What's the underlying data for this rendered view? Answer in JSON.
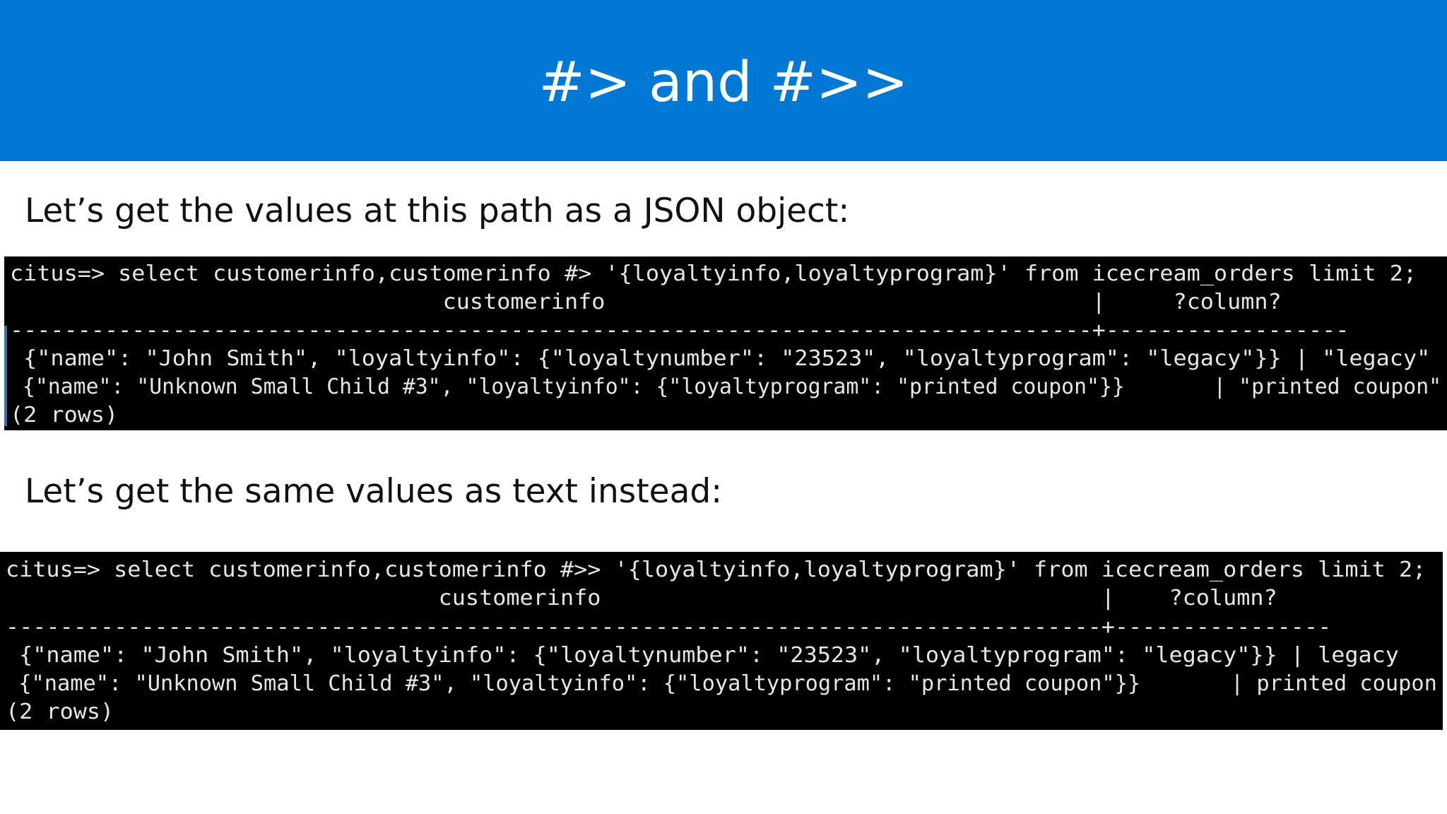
{
  "slide": {
    "title": "#> and #>>",
    "subheading_json": "Let’s get the values at this path as a JSON object:",
    "subheading_text": "Let’s get the same values as text instead:"
  },
  "terminal_json": {
    "lines": [
      "citus=> select customerinfo,customerinfo #> '{loyaltyinfo,loyaltyprogram}' from icecream_orders limit 2;",
      "                                customerinfo                                    |     ?column?",
      "--------------------------------------------------------------------------------+------------------",
      " {\"name\": \"John Smith\", \"loyaltyinfo\": {\"loyaltynumber\": \"23523\", \"loyaltyprogram\": \"legacy\"}} | \"legacy\"",
      " {\"name\": \"Unknown Small Child #3\", \"loyaltyinfo\": {\"loyaltyprogram\": \"printed coupon\"}}       | \"printed coupon\"",
      "(2 rows)"
    ]
  },
  "terminal_text": {
    "lines": [
      "citus=> select customerinfo,customerinfo #>> '{loyaltyinfo,loyaltyprogram}' from icecream_orders limit 2;",
      "                                customerinfo                                     |    ?column?",
      "---------------------------------------------------------------------------------+----------------",
      " {\"name\": \"John Smith\", \"loyaltyinfo\": {\"loyaltynumber\": \"23523\", \"loyaltyprogram\": \"legacy\"}} | legacy",
      " {\"name\": \"Unknown Small Child #3\", \"loyaltyinfo\": {\"loyaltyprogram\": \"printed coupon\"}}       | printed coupon",
      "(2 rows)"
    ]
  },
  "colors": {
    "title_bar": "#0078d4",
    "terminal_bg": "#000000",
    "terminal_fg": "#e6e6e6"
  }
}
